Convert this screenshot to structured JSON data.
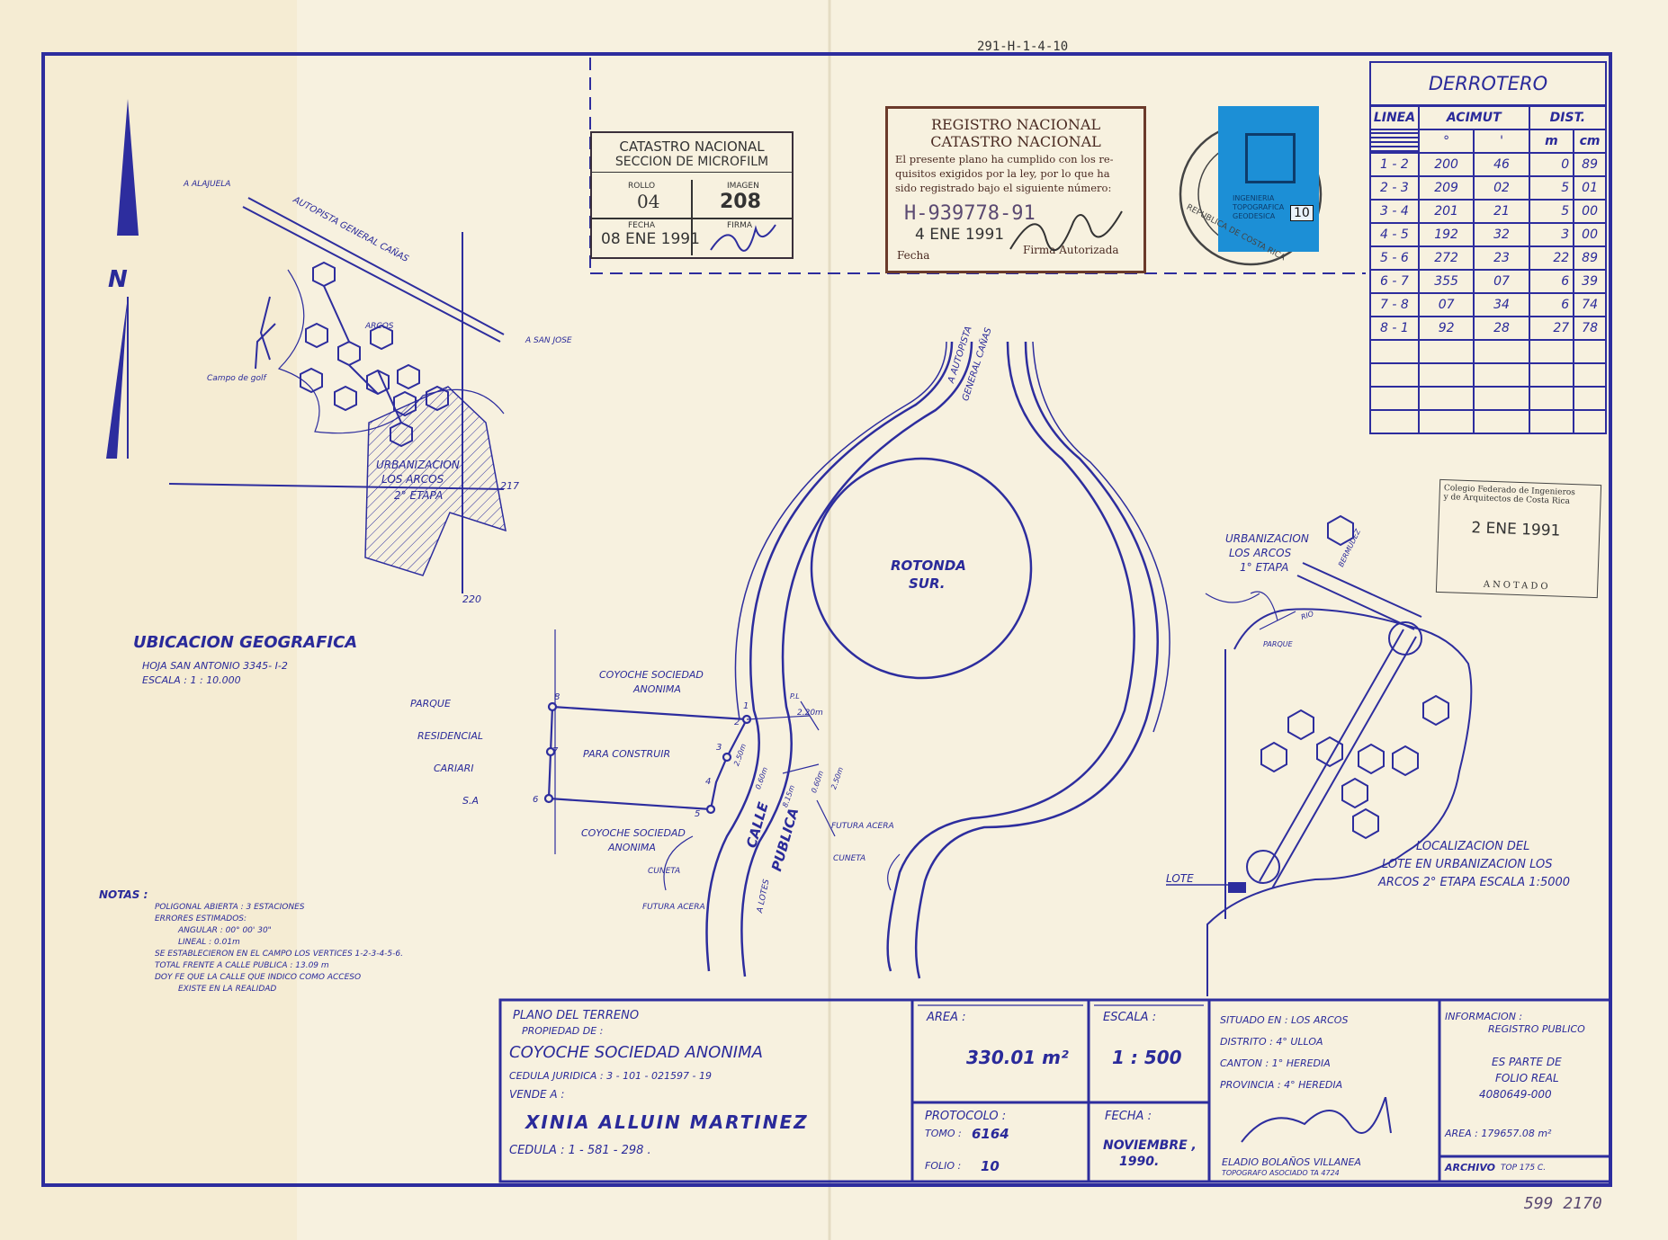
{
  "header": {
    "doc_code": "291-H-1-4-10",
    "corner_note": "599 2170"
  },
  "north_arrow": {
    "label": "N"
  },
  "stamps": {
    "microfilm": {
      "title1": "CATASTRO NACIONAL",
      "title2": "SECCION DE MICROFILM",
      "rollo_label": "ROLLO",
      "rollo": "04",
      "imagen_label": "IMAGEN",
      "imagen": "208",
      "fecha_label": "FECHA",
      "fecha": "08 ENE 1991",
      "firma_label": "FIRMA"
    },
    "registro": {
      "title1": "REGISTRO NACIONAL",
      "title2": "CATASTRO NACIONAL",
      "line1": "El presente plano ha cumplido con los re-",
      "line2": "quisitos exigidos por la ley, por lo que ha",
      "line3": "sido registrado bajo el siguiente número:",
      "number": "H-939778-91",
      "date": "4 ENE 1991",
      "fecha_label": "Fecha",
      "firma_label": "Firma Autorizada"
    },
    "colegio": {
      "line1": "Colegio Federado de Ingenieros",
      "line2": "y de Arquitectos de Costa Rica",
      "date": "2 ENE 1991",
      "footer": "ANOTADO"
    },
    "seal": {
      "top": "INGENIERIA TOPOGRAFICA GEODESICA",
      "bottom": "REPUBLICA DE COSTA RICA",
      "stamp_value": "10"
    }
  },
  "derrotero": {
    "title": "DERROTERO",
    "headers": {
      "linea": "LINEA",
      "acimut": "ACIMUT",
      "dist": "DIST.",
      "deg": "°",
      "min": "'",
      "m": "m",
      "cm": "cm"
    },
    "rows": [
      {
        "linea": "1 - 2",
        "deg": "200",
        "min": "46",
        "m": "0",
        "cm": "89"
      },
      {
        "linea": "2 - 3",
        "deg": "209",
        "min": "02",
        "m": "5",
        "cm": "01"
      },
      {
        "linea": "3 - 4",
        "deg": "201",
        "min": "21",
        "m": "5",
        "cm": "00"
      },
      {
        "linea": "4 - 5",
        "deg": "192",
        "min": "32",
        "m": "3",
        "cm": "00"
      },
      {
        "linea": "5 - 6",
        "deg": "272",
        "min": "23",
        "m": "22",
        "cm": "89"
      },
      {
        "linea": "6 - 7",
        "deg": "355",
        "min": "07",
        "m": "6",
        "cm": "39"
      },
      {
        "linea": "7 - 8",
        "deg": "07",
        "min": "34",
        "m": "6",
        "cm": "74"
      },
      {
        "linea": "8 - 1",
        "deg": "92",
        "min": "28",
        "m": "27",
        "cm": "78"
      }
    ]
  },
  "location_map": {
    "a_alajuela": "A ALAJUELA",
    "autopista": "AUTOPISTA GENERAL CAÑAS",
    "a_san_jose": "A SAN JOSE",
    "arcos": "ARCOS",
    "campo_golf": "Campo de golf",
    "urbanizacion": "URBANIZACION",
    "los_arcos": "LOS ARCOS",
    "etapa": "2° ETAPA",
    "coord_17": "217",
    "coord_20": "220",
    "title": "UBICACION GEOGRAFICA",
    "hoja": "HOJA SAN ANTONIO 3345- I-2",
    "escala": "ESCALA : 1 : 10.000"
  },
  "site_plan": {
    "rotonda1": "ROTONDA",
    "rotonda2": "SUR.",
    "autopista1": "A AUTOPISTA",
    "autopista2": "GENERAL CAÑAS",
    "coyoche_top1": "COYOCHE SOCIEDAD",
    "coyoche_top2": "ANONIMA",
    "para_construir": "PARA CONSTRUIR",
    "coyoche_bot1": "COYOCHE SOCIEDAD",
    "coyoche_bot2": "ANONIMA",
    "parque": "PARQUE",
    "residencial": "RESIDENCIAL",
    "cariari": "CARIARI",
    "sa": "S.A",
    "calle": "CALLE",
    "publica": "PUBLICA",
    "a_lotes": "A LOTES",
    "cuneta": "CUNETA",
    "futura_acera": "FUTURA ACERA",
    "dim_220": "2.20m",
    "dim_250a": "2.50m",
    "dim_060a": "0.60m",
    "dim_815": "8.15m",
    "dim_060b": "0.60m",
    "dim_250b": "2.50m",
    "pl": "P.L",
    "vertices": [
      "1",
      "2",
      "3",
      "4",
      "5",
      "6",
      "7",
      "8"
    ]
  },
  "urbanization_map": {
    "urbanizacion": "URBANIZACION",
    "los_arcos": "LOS ARCOS",
    "etapa": "1° ETAPA",
    "bermudez": "BERMUDEZ",
    "rio": "RIO",
    "parque": "PARQUE",
    "lote": "LOTE",
    "loc1": "LOCALIZACION DEL",
    "loc2": "LOTE EN URBANIZACION LOS",
    "loc3": "ARCOS 2° ETAPA ESCALA 1:5000"
  },
  "notas": {
    "title": "NOTAS :",
    "lines": [
      "POLIGONAL ABIERTA : 3 ESTACIONES",
      "ERRORES ESTIMADOS:",
      "ANGULAR : 00° 00' 30\"",
      "LINEAL : 0.01m",
      "SE ESTABLECIERON EN EL CAMPO LOS VERTICES 1-2-3-4-5-6.",
      "TOTAL FRENTE A CALLE PUBLICA : 13.09 m",
      "DOY FE QUE LA CALLE QUE INDICO COMO ACCESO",
      "EXISTE EN LA REALIDAD"
    ]
  },
  "title_block": {
    "plano": "PLANO DEL TERRENO",
    "propiedad": "PROPIEDAD DE :",
    "owner": "COYOCHE SOCIEDAD ANONIMA",
    "cedula_juridica": "CEDULA JURIDICA : 3 - 101 - 021597 - 19",
    "vende": "VENDE A :",
    "buyer": "XINIA ALLUIN MARTINEZ",
    "cedula": "CEDULA : 1 - 581 - 298 .",
    "area_label": "AREA :",
    "area_value": "330.01 m²",
    "escala_label": "ESCALA :",
    "escala_value": "1 : 500",
    "protocolo_label": "PROTOCOLO :",
    "tomo_label": "TOMO :",
    "tomo": "6164",
    "folio_label": "FOLIO :",
    "folio": "10",
    "fecha_label": "FECHA :",
    "fecha1": "NOVIEMBRE ,",
    "fecha2": "1990.",
    "situado": "SITUADO EN : LOS ARCOS",
    "distrito": "DISTRITO : 4° ULLOA",
    "canton": "CANTON : 1° HEREDIA",
    "provincia": "PROVINCIA : 4° HEREDIA",
    "topografo": "ELADIO BOLAÑOS VILLANEA",
    "topografo_sub": "TOPOGRAFO ASOCIADO TA 4724",
    "info_title": "INFORMACION :",
    "info_sub": "REGISTRO PUBLICO",
    "es_parte": "ES PARTE DE",
    "folio_real": "FOLIO REAL",
    "folio_num": "4080649-000",
    "info_area": "AREA : 179657.08 m²",
    "archivo": "ARCHIVO",
    "archivo_val": "TOP 175 C."
  },
  "colors": {
    "ink": "#2d2d9e",
    "paper": "#f7f1df",
    "stamp_brown": "#6b3a2a",
    "seal_blue": "#1c8fd6"
  }
}
